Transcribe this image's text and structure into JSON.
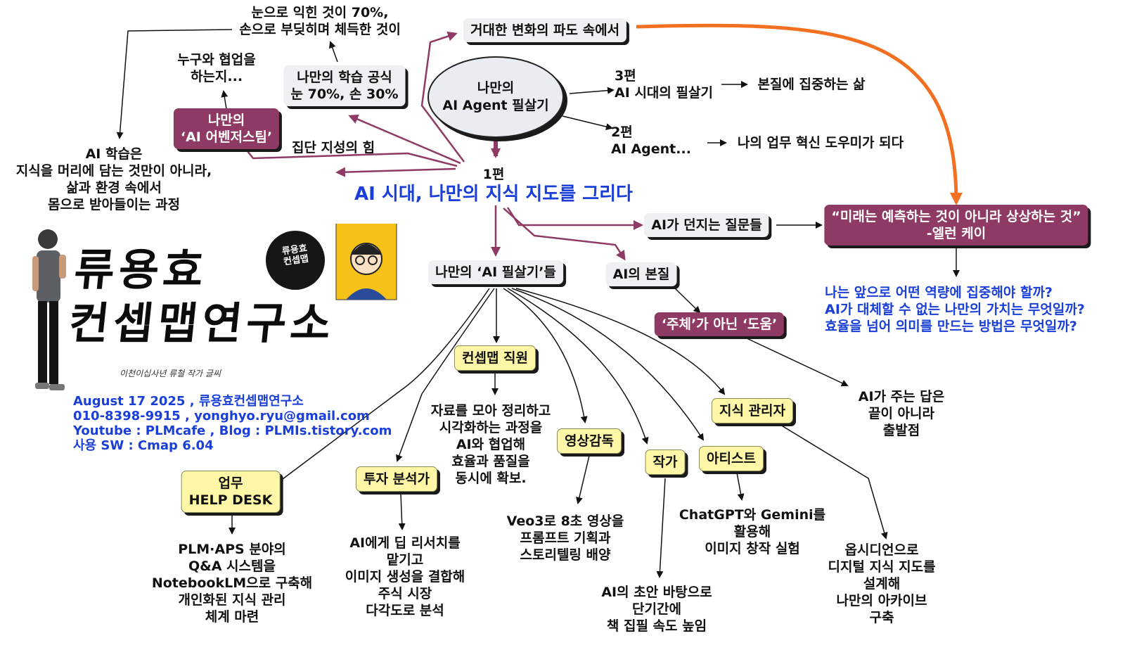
{
  "central": {
    "title": "나만의\nAI Agent 필살기",
    "part1_number": "1편",
    "part1_title": "AI 시대, 나만의 지식 지도를 그리다"
  },
  "top": {
    "change_wave": "거대한 변화의 파도 속에서",
    "learning_formula": "나만의 학습 공식\n눈 70%, 손 30%",
    "eye_hand_note": "눈으로 익힌 것이 70%,\n손으로 부딪히며 체득한 것이",
    "collab_note": "누구와 협업을\n하는지...",
    "avengers": "나만의\n‘AI 어벤저스팀’",
    "collective": "집단 지성의 힘",
    "ai_learning_note": "AI 학습은\n지식을 머리에 담는 것만이 아니라,\n삶과 환경 속에서\n몸으로 받아들이는 과정"
  },
  "parts": {
    "part3": "3편\nAI 시대의 필살기",
    "part3_note": "본질에 집중하는 삶",
    "part2": "2편\nAI Agent...",
    "part2_note": "나의 업무 혁신 도우미가 되다"
  },
  "right": {
    "questions": "AI가 던지는 질문들",
    "quote": "“미래는 예측하는 것이 아니라 상상하는 것”\n-엘런 케이",
    "reflections": "나는 앞으로 어떤 역량에 집중해야 할까?\nAI가 대체할 수 없는 나만의 가치는 무엇일까?\n효율을 넘어 의미를 만드는 방법은 무엇일까?",
    "essence": "AI의 본질",
    "help_not_subject": "‘주체’가 아닌 ‘도움’",
    "answer_note": "AI가 주는 답은\n끝이 아니라\n출발점"
  },
  "roles": {
    "hub": "나만의 ‘AI 필살기’들",
    "conceptmap": "컨셉맵 직원",
    "conceptmap_note": "자료를 모아 정리하고\n시각화하는 과정을\nAI와 협업해\n효율과 품질을\n동시에 확보.",
    "helpdesk": "업무\nHELP DESK",
    "helpdesk_note": "PLM·APS 분야의\nQ&A 시스템을\nNotebookLM으로 구축해\n개인화된 지식 관리\n체계 마련",
    "investor": "투자 분석가",
    "investor_note": "AI에게 딥 리서치를\n맡기고\n이미지 생성을 결합해\n주식 시장\n다각도로 분석",
    "video": "영상감독",
    "video_note": "Veo3로 8초 영상을\n프롬프트 기획과\n스토리텔링 배양",
    "writer": "작가",
    "writer_note": "AI의 초안 바탕으로\n단기간에\n책 집필 속도 높임",
    "artist": "아티스트",
    "artist_note": "ChatGPT와 Gemini를\n활용해\n이미지 창작 실험",
    "knowledge": "지식 관리자",
    "knowledge_note": "옵시디언으로\n디지털 지식 지도를\n설계해\n나만의 아카이브\n구축"
  },
  "branding": {
    "logo_text": "류용효\n컨셉맵연구소",
    "seal_text": "류용효\n컨셉맵",
    "signature": "이천이십사년 류철 작가 글씨",
    "info": "August 17 2025 , 류용효컨셉맵연구소\n010-8398-9915 , yonghyo.ryu@gmail.com\nYoutube : PLMcafe , Blog : PLMIs.tistory.com\n사용 SW : Cmap 6.04"
  },
  "colors": {
    "node_gray": "#eef0f2",
    "node_plum": "#8e3a64",
    "node_yellow": "#fff7a8",
    "link_plum": "#8e3a64",
    "link_orange": "#f37021",
    "text_blue": "#1a3fd8"
  }
}
